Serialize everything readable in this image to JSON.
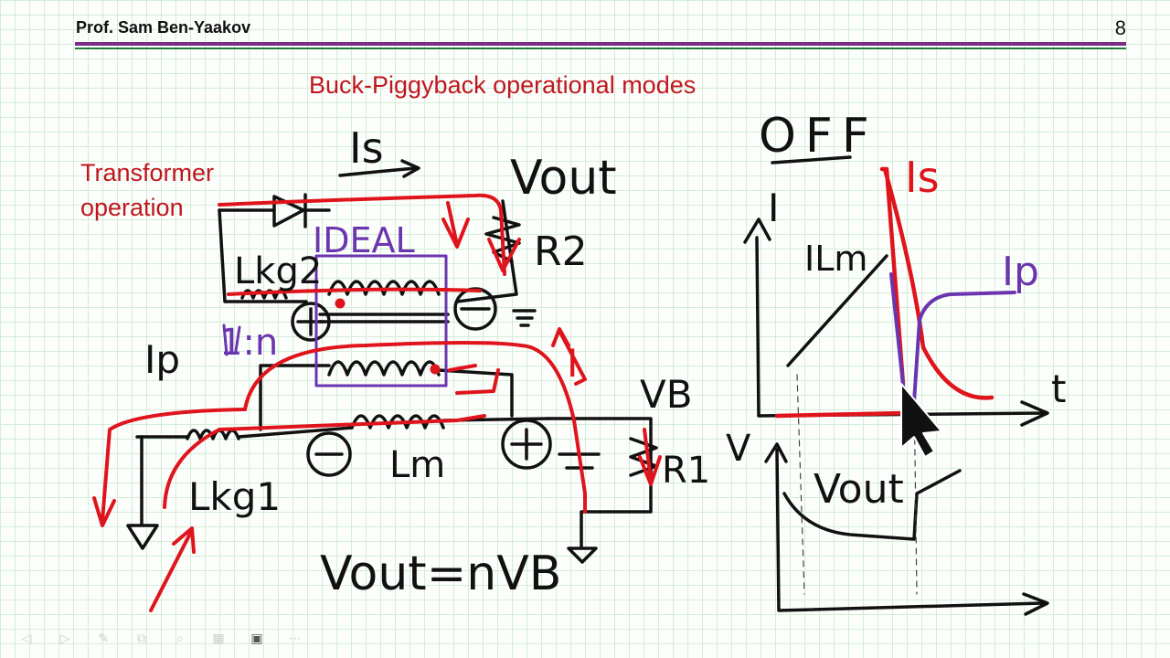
{
  "header": {
    "author": "Prof. Sam Ben-Yaakov",
    "page_number": "8"
  },
  "slide": {
    "title": "Buck-Piggyback operational modes",
    "subtitle_line1": "Transformer",
    "subtitle_line2": "operation"
  },
  "handwriting": {
    "is": "Is",
    "vout": "Vout",
    "ideal": "IDEAL",
    "r2": "R2",
    "lkg2": "Lkg2",
    "ratio": "1:n",
    "ip": "Ip",
    "i": "I",
    "vb": "VB",
    "r1": "R1",
    "lkg1": "Lkg1",
    "lm": "Lm",
    "equation": "Vout=nVB",
    "off": "OFF",
    "graph_i": "I",
    "graph_ilm": "ILm",
    "graph_is": "Is",
    "graph_ip": "Ip",
    "graph_t": "t",
    "graph_v": "V",
    "graph_vout": "Vout"
  },
  "colors": {
    "title_red": "#c0161d",
    "pen_red": "#e0141c",
    "pen_purple": "#6b35b0",
    "ink": "#111111"
  },
  "toolbar": {
    "icons": [
      "back-icon",
      "forward-icon",
      "pen-icon",
      "copy-icon",
      "zoom-icon",
      "grid-icon",
      "camera-icon",
      "more-icon"
    ],
    "glyphs": [
      "◁",
      "▷",
      "✎",
      "⧉",
      "⌕",
      "▦",
      "▣",
      "⋯"
    ]
  }
}
